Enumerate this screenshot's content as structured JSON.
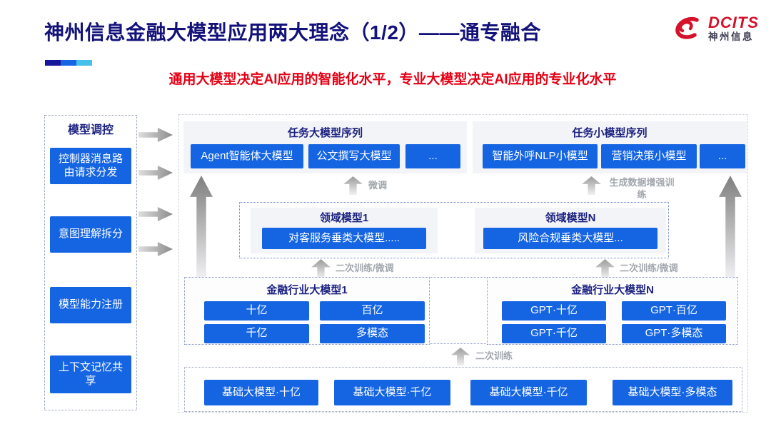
{
  "slide": {
    "title": "神州信息金融大模型应用两大理念（1/2）——通专融合",
    "subtitle": "通用大模型决定AI应用的智能化水平，专业大模型决定AI应用的专业化水平"
  },
  "logo": {
    "brand": "DCITS",
    "company": "神州信息"
  },
  "sidebar": {
    "title": "模型调控",
    "items": [
      {
        "label": "控制器消息路由请求分发"
      },
      {
        "label": "意图理解拆分"
      },
      {
        "label": "模型能力注册"
      },
      {
        "label": "上下文记忆共享"
      }
    ]
  },
  "task_large": {
    "title": "任务大模型序列",
    "items": [
      {
        "label": "Agent智能体大模型"
      },
      {
        "label": "公文撰写大模型"
      },
      {
        "label": "..."
      }
    ]
  },
  "task_small": {
    "title": "任务小模型序列",
    "items": [
      {
        "label": "智能外呼NLP小模型"
      },
      {
        "label": "营销决策小模型"
      },
      {
        "label": "..."
      }
    ]
  },
  "process_labels": {
    "finetune": "微调",
    "gen_data_augment": "生成数据增强训练",
    "retrain_finetune": "二次训练/微调",
    "retrain": "二次训练"
  },
  "domain_models": [
    {
      "title": "领域模型1",
      "model": "对客服务垂类大模型....."
    },
    {
      "title": "领域模型N",
      "model": "风险合规垂类大模型..."
    }
  ],
  "industry_models": [
    {
      "title": "金融行业大模型1",
      "items": [
        {
          "label": "十亿"
        },
        {
          "label": "百亿"
        },
        {
          "label": "千亿"
        },
        {
          "label": "多模态"
        }
      ]
    },
    {
      "title": "金融行业大模型N",
      "items": [
        {
          "label": "GPT·十亿"
        },
        {
          "label": "GPT·百亿"
        },
        {
          "label": "GPT·千亿"
        },
        {
          "label": "GPT·多模态"
        }
      ]
    }
  ],
  "base_models": [
    {
      "label": "基础大模型·十亿"
    },
    {
      "label": "基础大模型·千亿"
    },
    {
      "label": "基础大模型·千亿"
    },
    {
      "label": "基础大模型·多模态"
    }
  ],
  "colors": {
    "accent_blue": "#1565e3",
    "title_navy": "#12127a",
    "group_navy": "#1c2280",
    "subtitle_red": "#e60014",
    "underline_navy": "#17179b",
    "underline_blue": "#1565e3",
    "underline_cyan": "#45c0ea",
    "logo_red": "#d5122b"
  }
}
